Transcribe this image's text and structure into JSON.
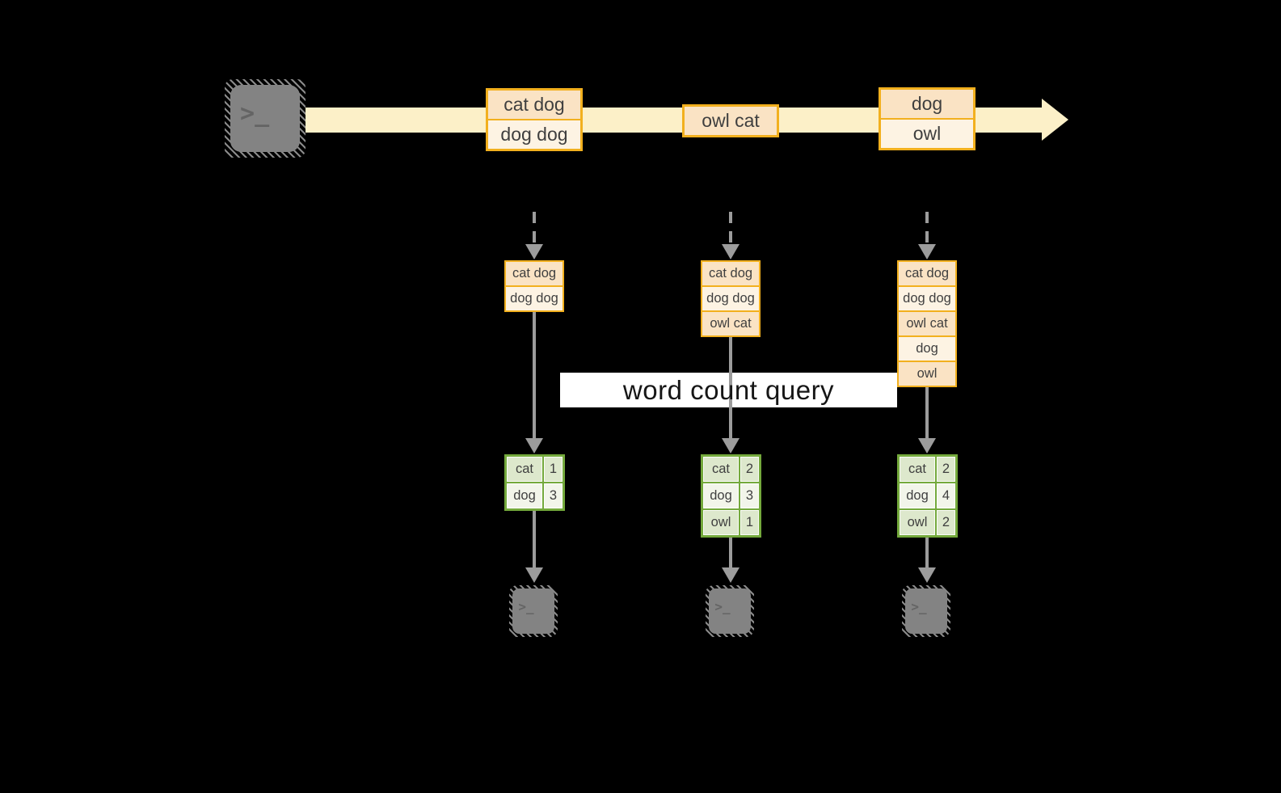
{
  "query_label": "word count query",
  "icons": {
    "terminal_glyph": ">_"
  },
  "colors": {
    "background": "#000000",
    "stream_band": "#fcf0c8",
    "box_border": "#f2b01e",
    "box_fill_dark": "#fae3c4",
    "box_fill_light": "#fdf3e3",
    "table_border": "#74a93c",
    "cell_fill_dark": "#dde8cc",
    "cell_fill_light": "#f2f5ea",
    "arrow": "#9c9c9c",
    "terminal": "#838383",
    "query_band": "#ffffff",
    "text": "#3f3f3f"
  },
  "stream": {
    "batches": [
      {
        "lines": [
          "cat dog",
          "dog dog"
        ]
      },
      {
        "lines": [
          "owl cat"
        ]
      },
      {
        "lines": [
          "dog",
          "owl"
        ]
      }
    ]
  },
  "states": [
    {
      "lines": [
        "cat dog",
        "dog dog"
      ]
    },
    {
      "lines": [
        "cat dog",
        "dog dog",
        "owl cat"
      ]
    },
    {
      "lines": [
        "cat dog",
        "dog dog",
        "owl cat",
        "dog",
        "owl"
      ]
    }
  ],
  "counts": [
    {
      "rows": [
        {
          "word": "cat",
          "count": "1"
        },
        {
          "word": "dog",
          "count": "3"
        }
      ]
    },
    {
      "rows": [
        {
          "word": "cat",
          "count": "2"
        },
        {
          "word": "dog",
          "count": "3"
        },
        {
          "word": "owl",
          "count": "1"
        }
      ]
    },
    {
      "rows": [
        {
          "word": "cat",
          "count": "2"
        },
        {
          "word": "dog",
          "count": "4"
        },
        {
          "word": "owl",
          "count": "2"
        }
      ]
    }
  ]
}
